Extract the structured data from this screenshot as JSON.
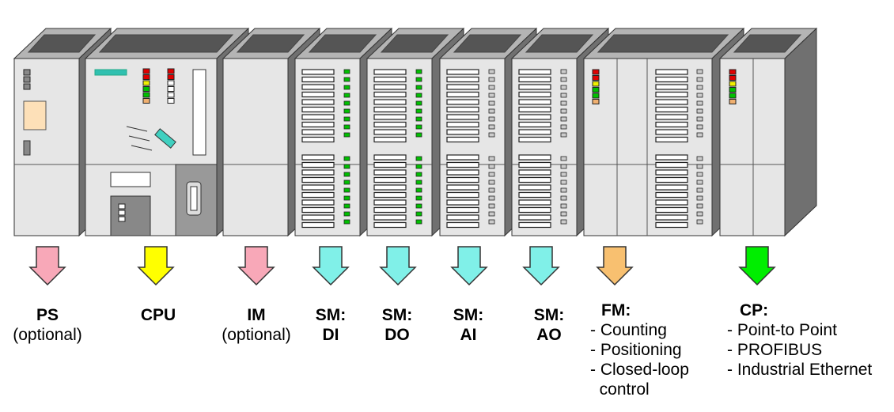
{
  "colors": {
    "ps_arrow": "#f8a8b8",
    "cpu_arrow": "#ffff00",
    "im_arrow": "#f8a8b8",
    "sm_arrow": "#80f0e8",
    "fm_arrow": "#f8c070",
    "cp_arrow": "#00ee00",
    "module_face": "#e6e6e6",
    "module_top": "#b4b4b4",
    "module_side": "#707070",
    "led_red": "#e00000",
    "led_yellow": "#f0f000",
    "led_green": "#00c000",
    "led_orange": "#f0b070",
    "siemens_teal": "#30c0b0"
  },
  "labels": {
    "ps": {
      "title": "PS",
      "sub": "(optional)"
    },
    "cpu": {
      "title": "CPU"
    },
    "im": {
      "title": "IM",
      "sub": "(optional)"
    },
    "sm_di": {
      "title": "SM:",
      "sub": "DI"
    },
    "sm_do": {
      "title": "SM:",
      "sub": "DO"
    },
    "sm_ai": {
      "title": "SM:",
      "sub": "AI"
    },
    "sm_ao": {
      "title": "SM:",
      "sub": "AO"
    },
    "fm": {
      "title": "FM:",
      "items": [
        "- Counting",
        "- Positioning",
        "- Closed-loop",
        "  control"
      ]
    },
    "cp": {
      "title": "CP:",
      "items": [
        "- Point-to Point",
        "- PROFIBUS",
        "- Industrial Ethernet"
      ]
    }
  },
  "icons": {
    "ps_arrow": "down-arrow-icon",
    "cpu_arrow": "down-arrow-icon",
    "im_arrow": "down-arrow-icon",
    "sm_arrow": "down-arrow-icon",
    "fm_arrow": "down-arrow-icon",
    "cp_arrow": "down-arrow-icon",
    "mode_key": "key-switch-icon"
  }
}
